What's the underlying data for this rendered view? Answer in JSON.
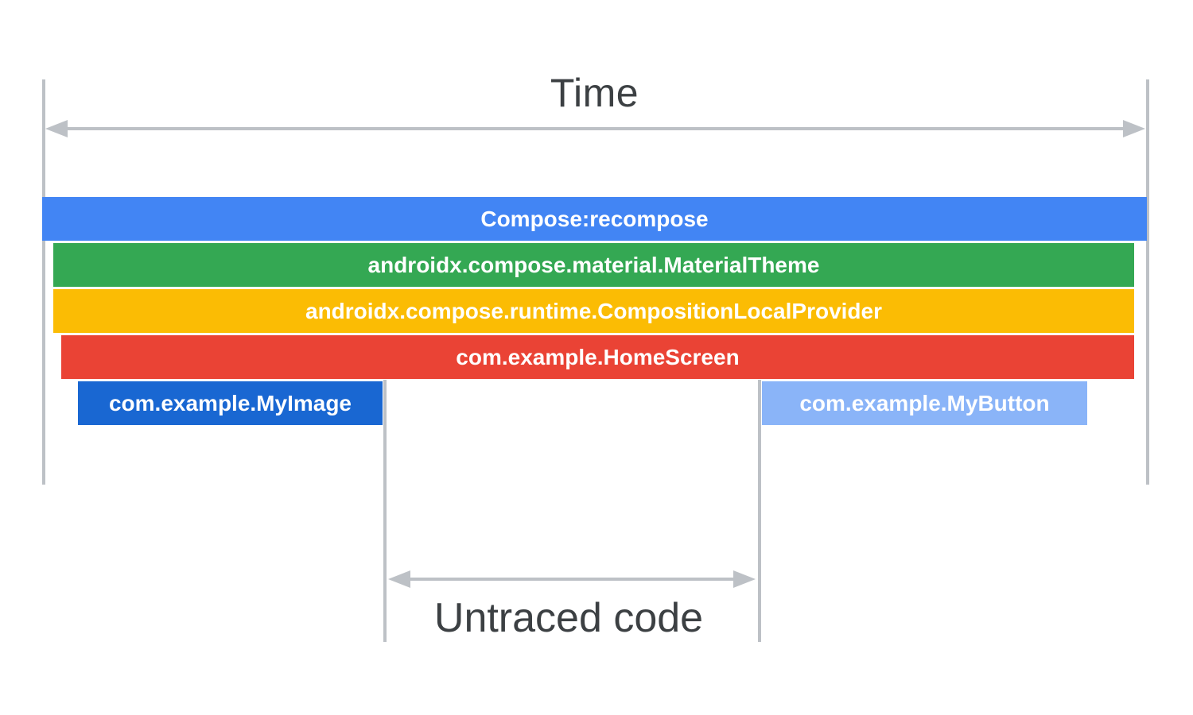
{
  "time_axis": {
    "label": "Time"
  },
  "trace": {
    "bars": [
      {
        "id": "compose-recompose",
        "label": "Compose:recompose",
        "color": "#4285F4"
      },
      {
        "id": "material-theme",
        "label": "androidx.compose.material.MaterialTheme",
        "color": "#34A853"
      },
      {
        "id": "composition-local-provider",
        "label": "androidx.compose.runtime.CompositionLocalProvider",
        "color": "#FBBC04"
      },
      {
        "id": "home-screen",
        "label": "com.example.HomeScreen",
        "color": "#EA4335"
      },
      {
        "id": "my-image",
        "label": "com.example.MyImage",
        "color": "#1967D2"
      },
      {
        "id": "my-button",
        "label": "com.example.MyButton",
        "color": "#8AB4F8"
      }
    ]
  },
  "untraced": {
    "label": "Untraced code"
  },
  "colors": {
    "background": "#FFFFFF",
    "guide_line": "#BDC1C6",
    "arrow": "#BDC1C6",
    "label_text": "#3C4043",
    "bar_text": "#FFFFFF"
  }
}
